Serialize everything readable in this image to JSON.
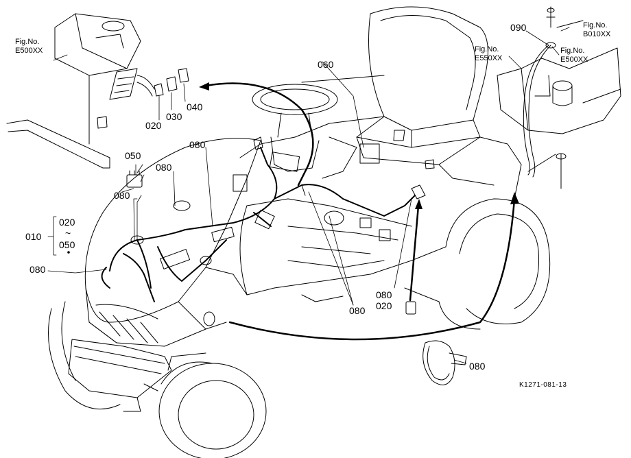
{
  "figure_refs": {
    "e500_left": {
      "line1": "Fig.No.",
      "line2": "E500XX"
    },
    "e550": {
      "line1": "Fig.No.",
      "line2": "E550XX"
    },
    "e500_right": {
      "line1": "Fig.No.",
      "line2": "E500XX"
    },
    "b010": {
      "line1": "Fig.No.",
      "line2": "B010XX"
    }
  },
  "parts": {
    "p010": "010",
    "p020_range_start": "020",
    "p_range_tilde": "~",
    "p050_range_end": "050",
    "p020_fuse": "020",
    "p030_fuse": "030",
    "p040_fuse": "040",
    "p050_relay": "050",
    "p060": "060",
    "p080_top": "080",
    "p080_mid": "080",
    "p080_left_upper": "080",
    "p080_left_lower": "080",
    "p080_bottom_center": "080",
    "p080_right_stack": "080",
    "p020_right_stack": "020",
    "p080_clamp": "080",
    "p090": "090"
  },
  "drawing_code": "K1271-081-13",
  "colors": {
    "line": "#000000",
    "background": "#ffffff"
  }
}
